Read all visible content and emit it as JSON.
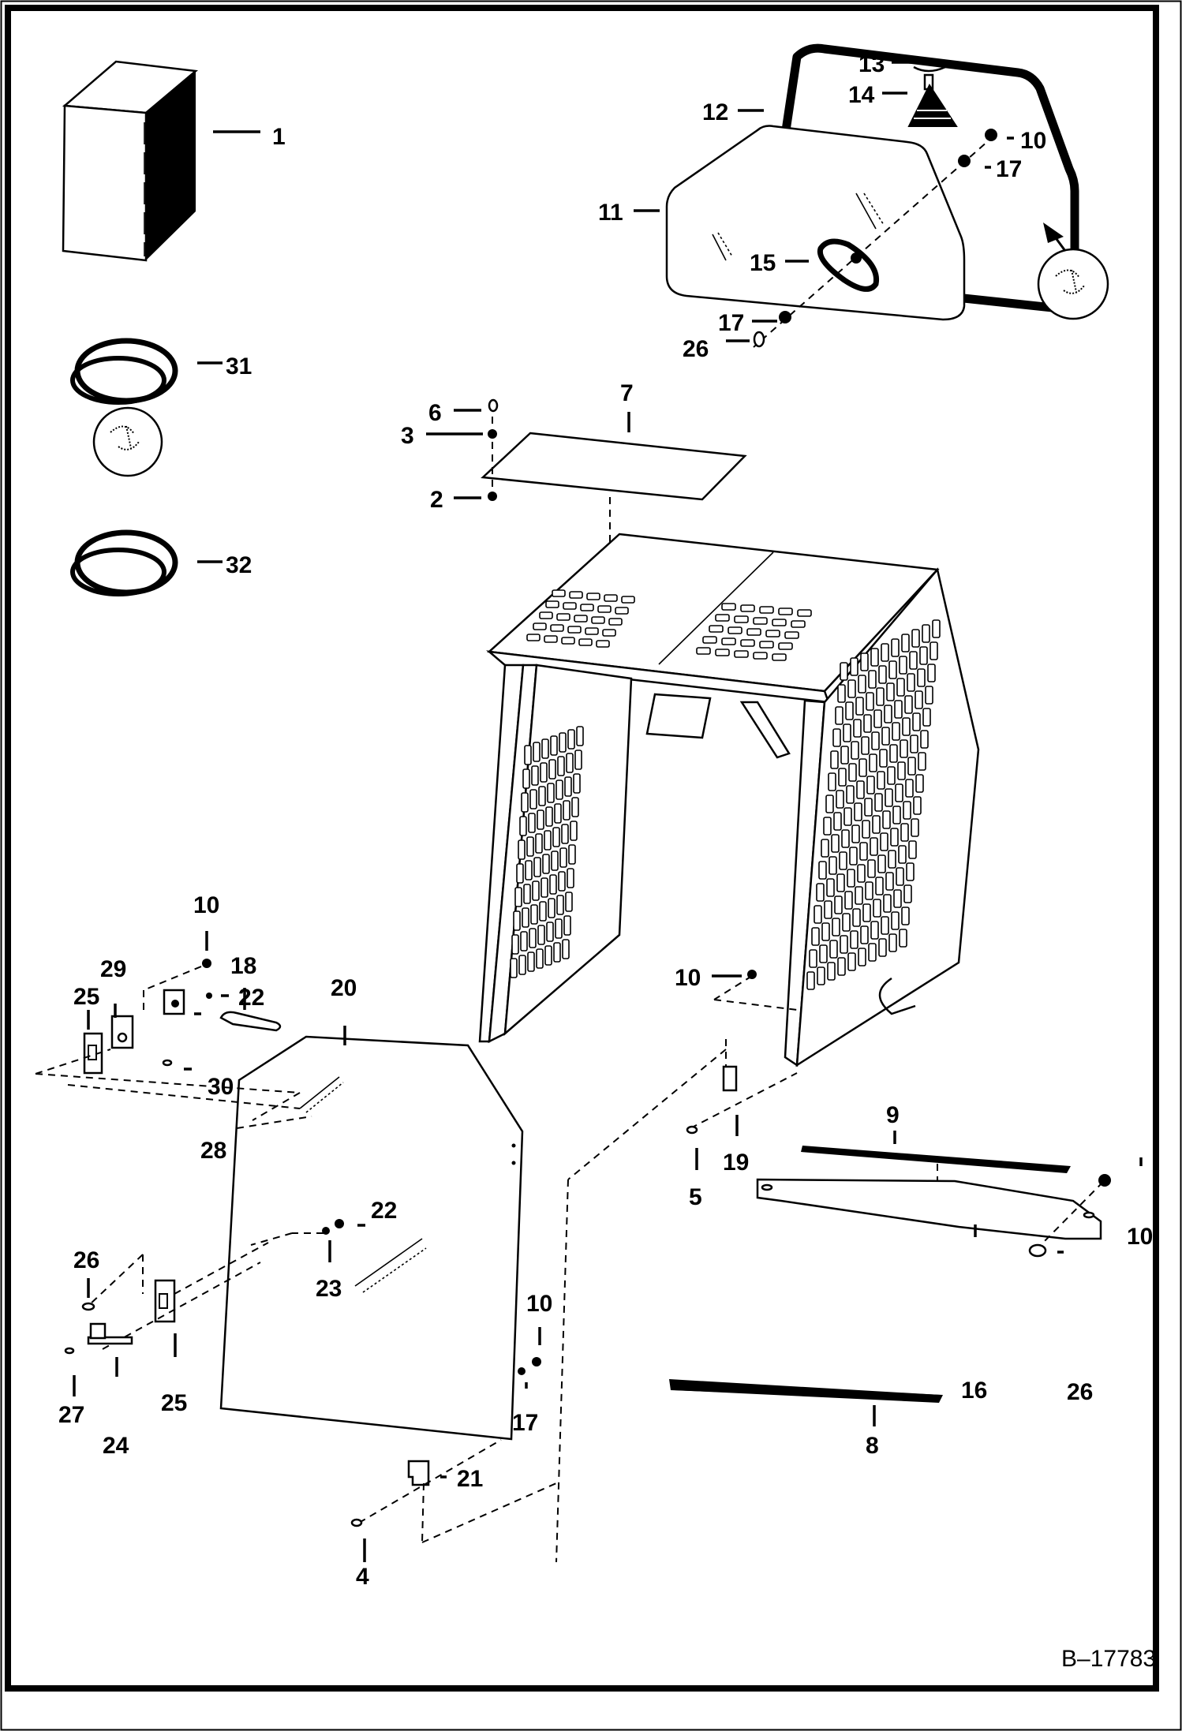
{
  "diagram": {
    "type": "exploded parts diagram",
    "subject": "operator cab with door, rear window and mounting hardware",
    "figure_code": "B–17783",
    "callouts": [
      {
        "id": "c1",
        "label": "1",
        "part": "kit box"
      },
      {
        "id": "c2",
        "label": "2",
        "part": "nut"
      },
      {
        "id": "c3",
        "label": "3",
        "part": "washer"
      },
      {
        "id": "c4",
        "label": "4",
        "part": "bolt"
      },
      {
        "id": "c5",
        "label": "5",
        "part": "bolt"
      },
      {
        "id": "c6",
        "label": "6",
        "part": "bolt"
      },
      {
        "id": "c7",
        "label": "7",
        "part": "top panel"
      },
      {
        "id": "c8",
        "label": "8",
        "part": "strip"
      },
      {
        "id": "c9",
        "label": "9",
        "part": "seal strip"
      },
      {
        "id": "c10a",
        "label": "10",
        "part": "nut (rear window)"
      },
      {
        "id": "c10b",
        "label": "10",
        "part": "nut (door latch)"
      },
      {
        "id": "c10c",
        "label": "10",
        "part": "nut (cab side)"
      },
      {
        "id": "c10d",
        "label": "10",
        "part": "nut (door)"
      },
      {
        "id": "c10e",
        "label": "10",
        "part": "nut (bar)"
      },
      {
        "id": "c11",
        "label": "11",
        "part": "rear window"
      },
      {
        "id": "c12",
        "label": "12",
        "part": "window seal"
      },
      {
        "id": "c13",
        "label": "13",
        "part": "clip"
      },
      {
        "id": "c14",
        "label": "14",
        "part": "decal"
      },
      {
        "id": "c15",
        "label": "15",
        "part": "grommet"
      },
      {
        "id": "c16",
        "label": "16",
        "part": "bar"
      },
      {
        "id": "c17a",
        "label": "17",
        "part": "washer (rear window upper)"
      },
      {
        "id": "c17b",
        "label": "17",
        "part": "washer (rear window lower)"
      },
      {
        "id": "c17c",
        "label": "17",
        "part": "washer (door)"
      },
      {
        "id": "c18",
        "label": "18",
        "part": "handle"
      },
      {
        "id": "c19",
        "label": "19",
        "part": "hinge"
      },
      {
        "id": "c20",
        "label": "20",
        "part": "door"
      },
      {
        "id": "c21",
        "label": "21",
        "part": "hinge"
      },
      {
        "id": "c22a",
        "label": "22",
        "part": "nut (bracket)"
      },
      {
        "id": "c22b",
        "label": "22",
        "part": "nut (door)"
      },
      {
        "id": "c23",
        "label": "23",
        "part": "washer"
      },
      {
        "id": "c24",
        "label": "24",
        "part": "latch"
      },
      {
        "id": "c25a",
        "label": "25",
        "part": "plate (upper)"
      },
      {
        "id": "c25b",
        "label": "25",
        "part": "plate (lower)"
      },
      {
        "id": "c26a",
        "label": "26",
        "part": "bolt (rear window)"
      },
      {
        "id": "c26b",
        "label": "26",
        "part": "bolt (latch)"
      },
      {
        "id": "c26c",
        "label": "26",
        "part": "bolt (bar)"
      },
      {
        "id": "c27",
        "label": "27",
        "part": "screw"
      },
      {
        "id": "c28",
        "label": "28",
        "part": "screw"
      },
      {
        "id": "c29",
        "label": "29",
        "part": "striker"
      },
      {
        "id": "c30",
        "label": "30",
        "part": "bracket"
      },
      {
        "id": "c31",
        "label": "31",
        "part": "seal coil"
      },
      {
        "id": "c32",
        "label": "32",
        "part": "seal coil"
      }
    ]
  }
}
